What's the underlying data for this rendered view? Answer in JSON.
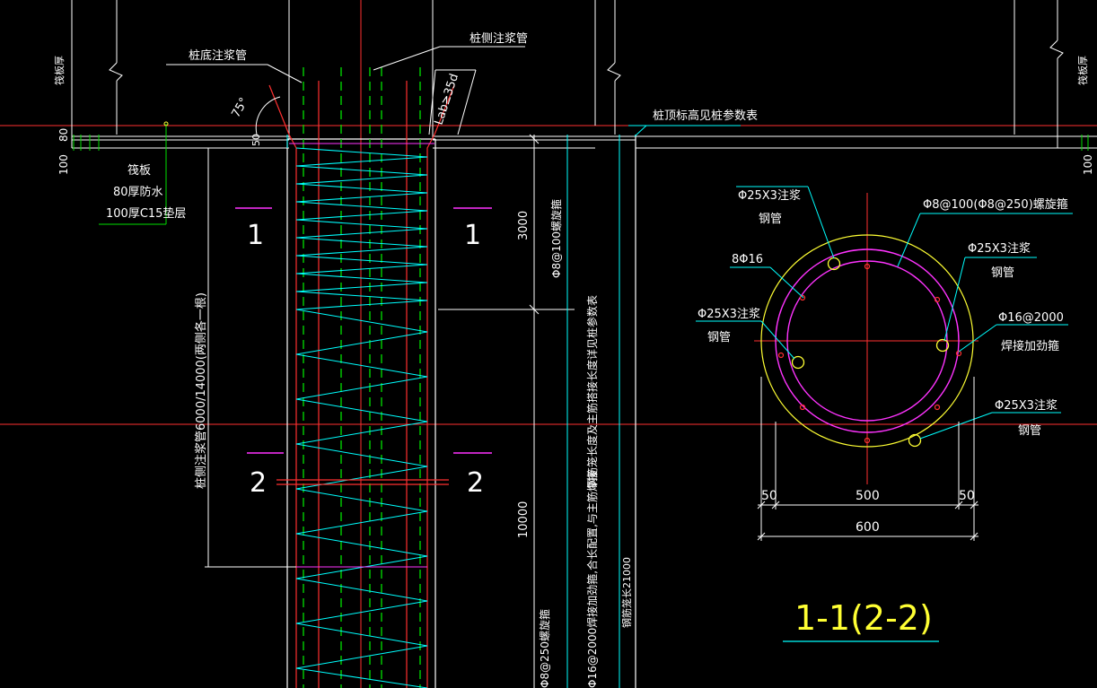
{
  "colors": {
    "background": "#000000",
    "red": "#ff3030",
    "white": "#ffffff",
    "cyan": "#00ffff",
    "green": "#00e000",
    "magenta": "#ff33ff",
    "yellow": "#ffff33",
    "text": "#ffffff",
    "title": "#ffff33"
  },
  "elevation_view": {
    "pile_bottom_grout_pipe": "桩底注浆管",
    "pile_side_grout_pipe": "桩侧注浆管",
    "anchor_length": "Lab≥35d",
    "angle_label": "75°",
    "pile_top_elevation_note": "桩顶标高见桩参数表",
    "raft_thickness_left": "筏板厚",
    "raft_thickness_right": "筏板厚",
    "dim_100": "100",
    "dim_80": "80",
    "dim_100_right": "100",
    "dim_50_top": "50",
    "raft_label": "筏板",
    "waterproof_label": "80厚防水",
    "cushion_label": "100厚C15垫层",
    "side_grout_pipe_length": "桩侧注浆管6000/14000(两侧各一根)",
    "spiral_top_dim": "3000",
    "spiral_top_note": "Φ8@100螺旋箍",
    "mid_note": "钢筋笼长度及主筋搭接长度详见桩参数表",
    "spiral_bottom_dim": "10000",
    "stiffener_note": "Φ16@2000焊接加劲箍,合长配置,与主筋焊接",
    "spiral_bottom_note": "Φ8@250螺旋箍",
    "pile_length_note": "钢筋笼长21000",
    "section_mark_1_left": "1",
    "section_mark_1_right": "1",
    "section_mark_2_left": "2",
    "section_mark_2_right": "2"
  },
  "section_view": {
    "title": "1-1(2-2)",
    "spiral_stirrup": "Φ8@100(Φ8@250)螺旋箍",
    "main_bars": "8Φ16",
    "grout_pipe_top_left": "Φ25X3注浆",
    "grout_pipe_top_left_2": "钢管",
    "grout_pipe_right_top": "Φ25X3注浆",
    "grout_pipe_right_top_2": "钢管",
    "grout_pipe_left": "Φ25X3注浆",
    "grout_pipe_left_2": "钢管",
    "stiffener": "Φ16@2000",
    "stiffener_2": "焊接加劲箍",
    "grout_pipe_bottom_right": "Φ25X3注浆",
    "grout_pipe_bottom_right_2": "钢管",
    "dim_50_left": "50",
    "dim_500": "500",
    "dim_50_right": "50",
    "dim_600": "600"
  }
}
